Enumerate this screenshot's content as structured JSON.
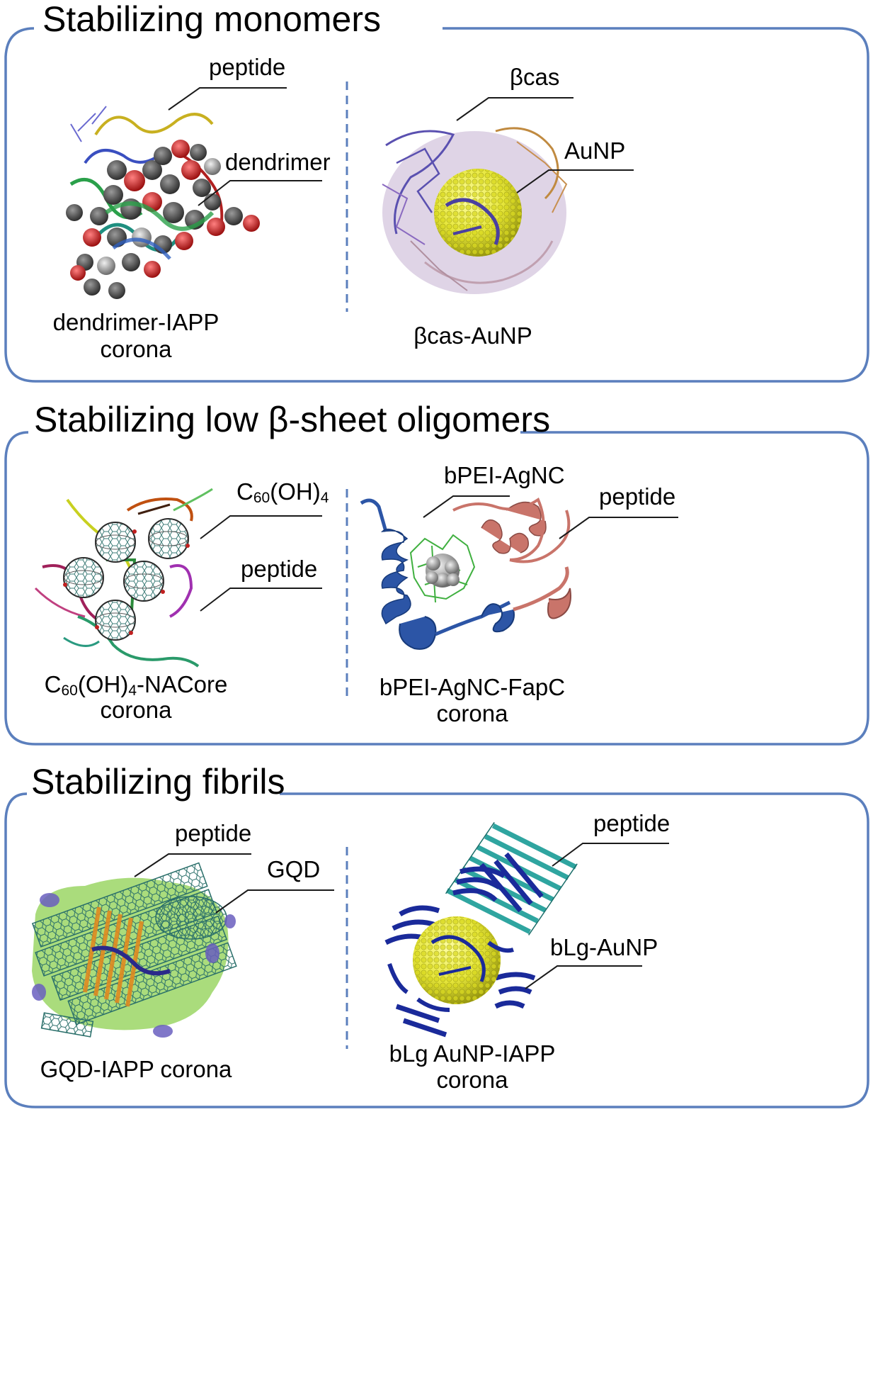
{
  "panels": [
    {
      "title": "Stabilizing monomers",
      "left": {
        "caption_lines": [
          "dendrimer-IAPP",
          "corona"
        ],
        "labels": [
          "peptide",
          "dendrimer"
        ]
      },
      "right": {
        "caption_lines": [
          "βcas-AuNP"
        ],
        "labels": [
          "βcas",
          "AuNP"
        ]
      }
    },
    {
      "title": "Stabilizing low β-sheet oligomers",
      "left": {
        "caption_line1": {
          "c": "C",
          "sub": "60",
          "rest": "(OH)",
          "sub2": "4",
          "tail": "-NACore"
        },
        "caption_line2": "corona",
        "label_c60": {
          "c": "C",
          "sub": "60",
          "rest": "(OH)",
          "sub2": "4"
        },
        "labels": [
          "peptide"
        ]
      },
      "right": {
        "caption_lines": [
          "bPEI-AgNC-FapC",
          "corona"
        ],
        "labels": [
          "bPEI-AgNC",
          "peptide"
        ]
      }
    },
    {
      "title": "Stabilizing fibrils",
      "left": {
        "caption_lines": [
          "GQD-IAPP corona"
        ],
        "labels": [
          "peptide",
          "GQD"
        ]
      },
      "right": {
        "caption_lines": [
          "bLg AuNP-IAPP",
          "corona"
        ],
        "labels": [
          "peptide",
          "bLg-AuNP"
        ]
      }
    }
  ],
  "colors": {
    "frame": "#5b7fbd",
    "gold": "#e6e63a",
    "blue_ribbon": "#2c55a6",
    "salmon_ribbon": "#c9746a",
    "purple": "#6a5fbf",
    "teal": "#2fa5a0",
    "green": "#5cbf45"
  }
}
